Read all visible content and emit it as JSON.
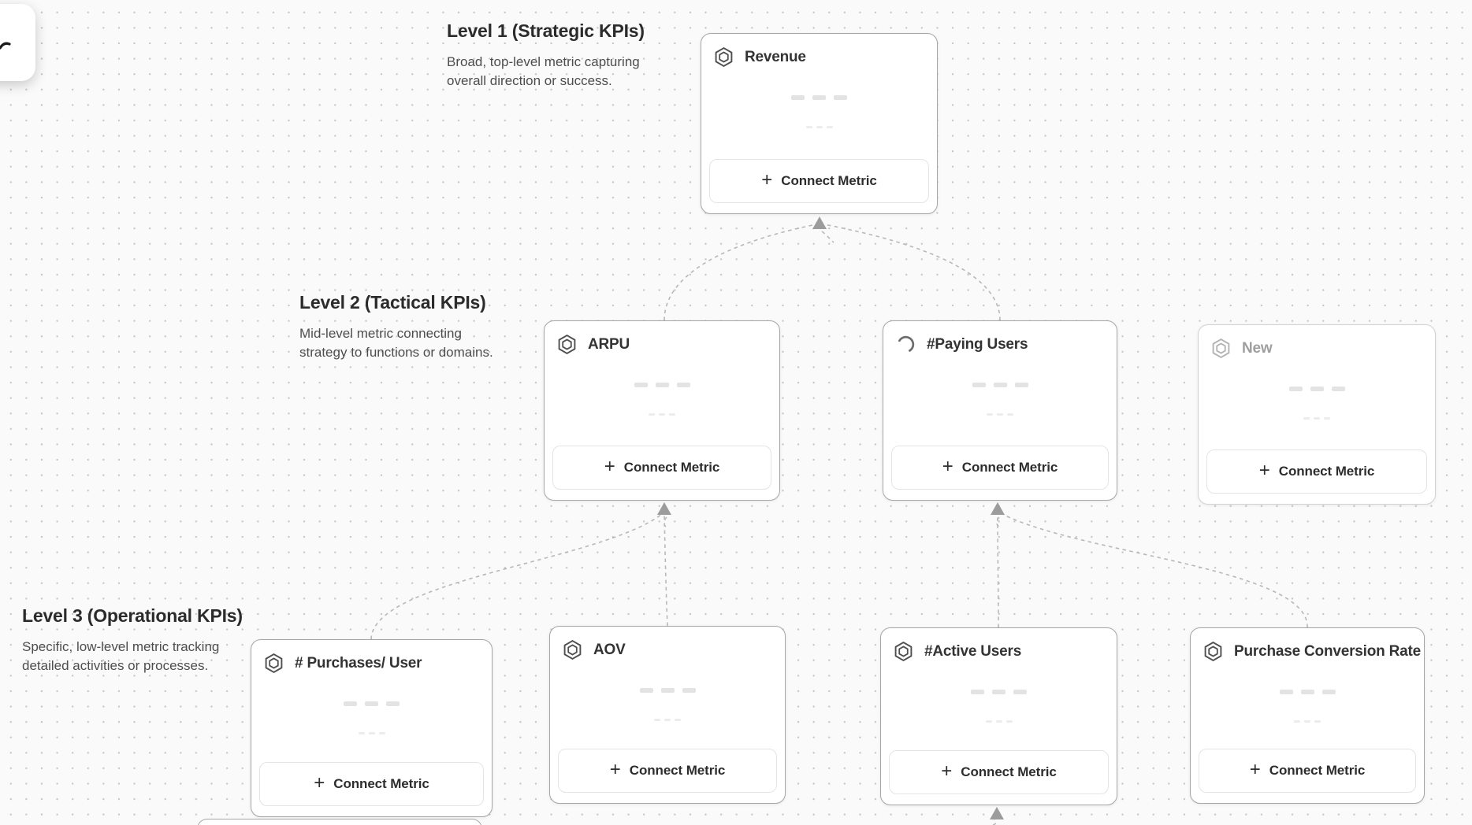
{
  "toolbar": {
    "icon": "cursor-icon"
  },
  "levels": [
    {
      "title": "Level 1 (Strategic KPIs)",
      "desc_line1": "Broad, top-level metric capturing",
      "desc_line2": "overall direction or success."
    },
    {
      "title": "Level 2 (Tactical KPIs)",
      "desc_line1": "Mid-level metric connecting",
      "desc_line2": "strategy to functions or domains."
    },
    {
      "title": "Level 3 (Operational KPIs)",
      "desc_line1": "Specific, low-level metric tracking",
      "desc_line2": "detailed activities or processes."
    }
  ],
  "cards": [
    {
      "title": "Revenue",
      "icon": "metric-hexagon-icon",
      "state": "default"
    },
    {
      "title": "ARPU",
      "icon": "metric-hexagon-icon",
      "state": "default"
    },
    {
      "title": "#Paying Users",
      "icon": "loading-spinner-icon",
      "state": "loading"
    },
    {
      "title": "New",
      "icon": "metric-hexagon-icon",
      "state": "placeholder"
    },
    {
      "title": "# Purchases/ User",
      "icon": "metric-hexagon-icon",
      "state": "default"
    },
    {
      "title": "AOV",
      "icon": "metric-hexagon-icon",
      "state": "default"
    },
    {
      "title": "#Active Users",
      "icon": "metric-hexagon-icon",
      "state": "default"
    },
    {
      "title": "Purchase Conversion Rate",
      "icon": "metric-hexagon-icon",
      "state": "default"
    }
  ],
  "connect_button": {
    "plus": "+",
    "label": "Connect Metric"
  }
}
